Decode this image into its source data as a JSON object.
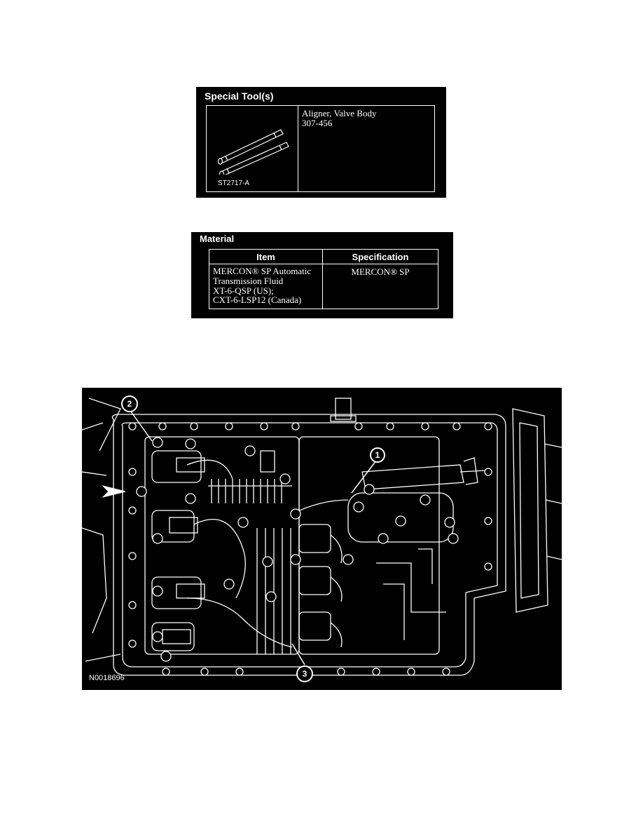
{
  "special_tools": {
    "title": "Special Tool(s)",
    "tools": [
      {
        "illustration_code": "ST2717-A",
        "name": "Aligner, Valve Body",
        "number": "307-456",
        "icon": "valve-body-aligner-rods-icon"
      }
    ]
  },
  "material": {
    "title": "Material",
    "headers": {
      "item": "Item",
      "specification": "Specification"
    },
    "rows": [
      {
        "item_lines": [
          "MERCON® SP Automatic",
          "Transmission Fluid",
          "XT-6-QSP (US);",
          "CXT-6-LSP12 (Canada)"
        ],
        "specification": "MERCON® SP"
      }
    ]
  },
  "illustration": {
    "code": "N0018696",
    "callouts": [
      "1",
      "2",
      "3"
    ],
    "icon": "transmission-valve-body-diagram"
  }
}
